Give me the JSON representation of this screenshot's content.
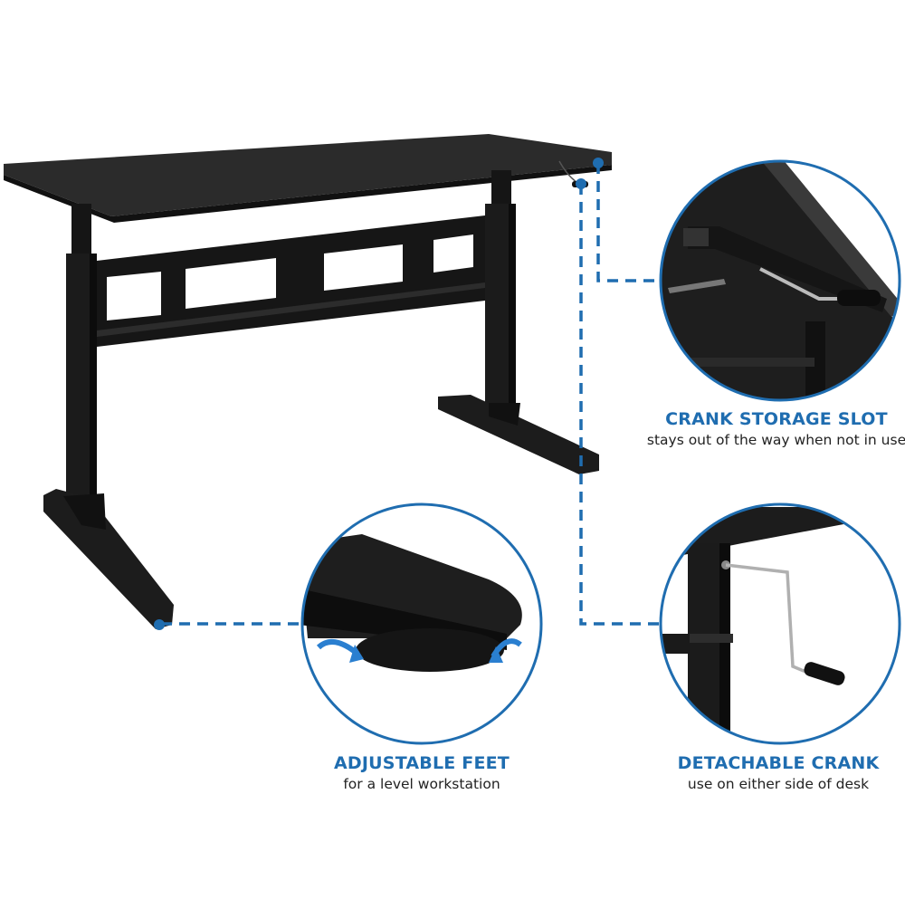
{
  "colors": {
    "accent": "#1f6db0",
    "desk_black": "#1a1a1a",
    "desk_top": "#2a2a2a",
    "text_dark": "#222222",
    "background": "#ffffff"
  },
  "product": {
    "type": "manual crank standing desk",
    "image_semantic": "black-desk-with-t-legs"
  },
  "callouts": [
    {
      "id": "crank-storage-slot",
      "title": "CRANK STORAGE SLOT",
      "subtitle": "stays out of the way when not in use",
      "detail_icon": "crank-stored-under-desk-icon"
    },
    {
      "id": "adjustable-feet",
      "title": "ADJUSTABLE FEET",
      "subtitle": "for a level workstation",
      "detail_icon": "leveling-foot-rotate-icon"
    },
    {
      "id": "detachable-crank",
      "title": "DETACHABLE CRANK",
      "subtitle": "use on either side of desk",
      "detail_icon": "hand-crank-icon"
    }
  ]
}
